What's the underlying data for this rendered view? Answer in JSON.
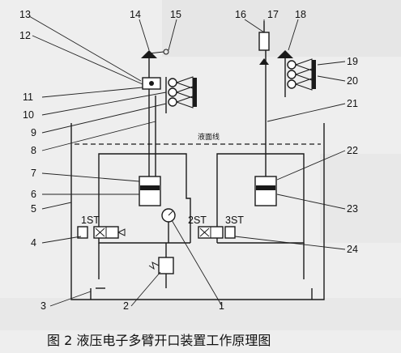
{
  "figure": {
    "caption": "图 2   液压电子多臂开口装置工作原理图",
    "oil_level_label": "液面线",
    "valve_labels": [
      "1ST",
      "2ST",
      "3ST"
    ]
  },
  "callouts": [
    "1",
    "2",
    "3",
    "4",
    "5",
    "6",
    "7",
    "8",
    "9",
    "10",
    "11",
    "12",
    "13",
    "14",
    "15",
    "16",
    "17",
    "18",
    "19",
    "20",
    "21",
    "22",
    "23",
    "24"
  ]
}
